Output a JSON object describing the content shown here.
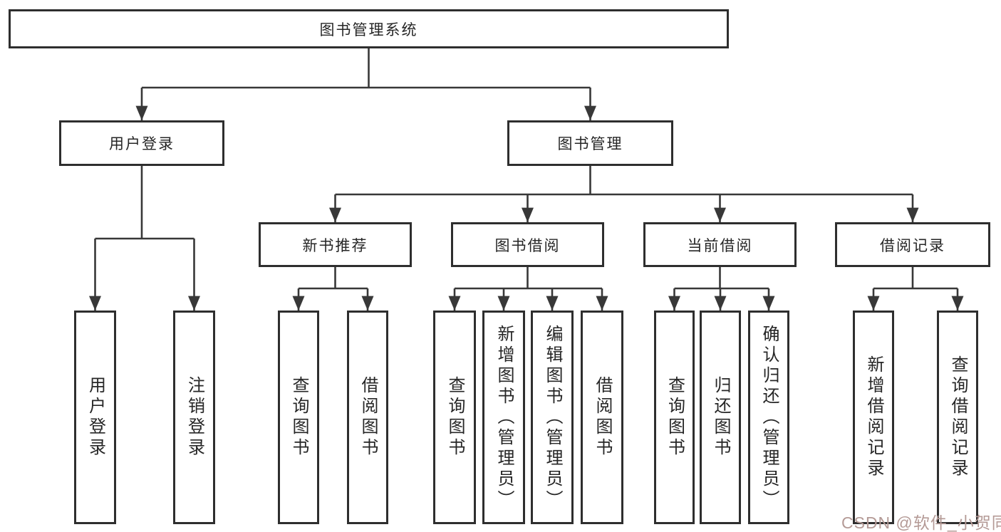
{
  "diagram_type": "functional-structure-tree",
  "root": {
    "label": "图书管理系统"
  },
  "branches": [
    {
      "label": "用户登录",
      "children": [
        {
          "label": "用户登录"
        },
        {
          "label": "注销登录"
        }
      ]
    },
    {
      "label": "图书管理",
      "children": [
        {
          "label": "新书推荐",
          "children": [
            {
              "label": "查询图书"
            },
            {
              "label": "借阅图书"
            }
          ]
        },
        {
          "label": "图书借阅",
          "children": [
            {
              "label": "查询图书"
            },
            {
              "label": "新增图书（管理员）"
            },
            {
              "label": "编辑图书（管理员）"
            },
            {
              "label": "借阅图书"
            }
          ]
        },
        {
          "label": "当前借阅",
          "children": [
            {
              "label": "查询图书"
            },
            {
              "label": "归还图书"
            },
            {
              "label": "确认归还（管理员）"
            }
          ]
        },
        {
          "label": "借阅记录",
          "children": [
            {
              "label": "新增借阅记录"
            },
            {
              "label": "查询借阅记录"
            }
          ]
        }
      ]
    }
  ],
  "watermark": {
    "text": "CSDN @软件_小贺同学",
    "color": "#b49a96"
  },
  "colors": {
    "line": "#383838",
    "box_border": "#2e2e2e",
    "box_fill": "#ffffff",
    "text": "#262626",
    "background": "#ffffff"
  }
}
